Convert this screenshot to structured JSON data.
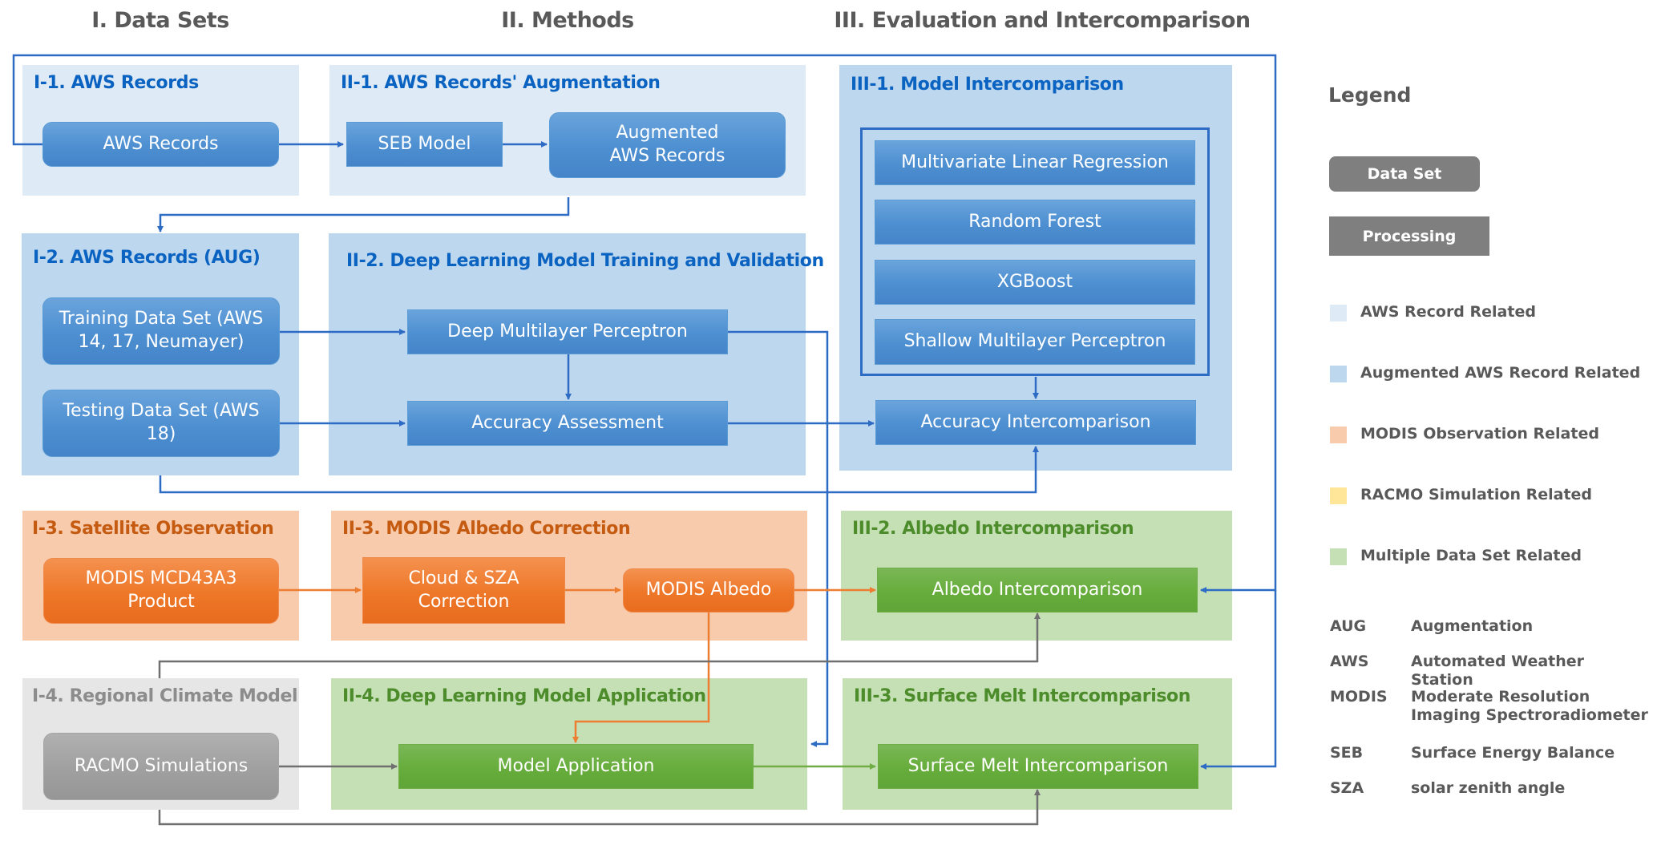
{
  "columns": {
    "data_sets": "I. Data Sets",
    "methods": "II. Methods",
    "evaluation": "III. Evaluation and Intercomparison"
  },
  "panels": {
    "i1": {
      "title": "I-1. AWS Records",
      "boxes": {
        "aws_records": "AWS Records"
      }
    },
    "ii1": {
      "title": "II-1. AWS Records' Augmentation",
      "boxes": {
        "seb_model": "SEB Model",
        "augmented_aws": "Augmented AWS Records"
      }
    },
    "iii1": {
      "title": "III-1. Model Intercomparison",
      "models": [
        "Multivariate Linear Regression",
        "Random Forest",
        "XGBoost",
        "Shallow Multilayer Perceptron"
      ],
      "boxes": {
        "accuracy_intercomparison": "Accuracy Intercomparison"
      }
    },
    "i2": {
      "title": "I-2. AWS Records (AUG)",
      "boxes": {
        "training": "Training Data Set (AWS 14, 17, Neumayer)",
        "testing": "Testing Data Set (AWS 18)"
      }
    },
    "ii2": {
      "title": "II-2. Deep Learning Model Training and Validation",
      "boxes": {
        "dmlp": "Deep Multilayer Perceptron",
        "accuracy_assessment": "Accuracy Assessment"
      }
    },
    "i3": {
      "title": "I-3. Satellite Observation",
      "boxes": {
        "mcd43a3": "MODIS MCD43A3 Product"
      }
    },
    "ii3": {
      "title": "II-3. MODIS Albedo Correction",
      "boxes": {
        "cloud_sza": "Cloud & SZA Correction",
        "modis_albedo": "MODIS Albedo"
      }
    },
    "iii2": {
      "title": "III-2. Albedo Intercomparison",
      "boxes": {
        "albedo_intercomparison": "Albedo Intercomparison"
      }
    },
    "i4": {
      "title": "I-4. Regional Climate Model",
      "boxes": {
        "racmo": "RACMO Simulations"
      }
    },
    "ii4": {
      "title": "II-4. Deep Learning Model Application",
      "boxes": {
        "model_application": "Model Application"
      }
    },
    "iii3": {
      "title": "III-3. Surface Melt Intercomparison",
      "boxes": {
        "surface_melt_intercomparison": "Surface Melt Intercomparison"
      }
    }
  },
  "legend": {
    "title": "Legend",
    "shapes": {
      "data_set": "Data Set",
      "processing": "Processing"
    },
    "categories": [
      {
        "label": "AWS Record Related",
        "color": "#deeaf6"
      },
      {
        "label": "Augmented AWS Record Related",
        "color": "#bdd7ee"
      },
      {
        "label": "MODIS Observation Related",
        "color": "#f8cbad"
      },
      {
        "label": "RACMO Simulation Related",
        "color": "#ffe699"
      },
      {
        "label": "Multiple Data Set Related",
        "color": "#c5e0b4"
      }
    ],
    "abbreviations": [
      {
        "abbr": "AUG",
        "definition": "Augmentation"
      },
      {
        "abbr": "AWS",
        "definition": "Automated Weather Station"
      },
      {
        "abbr": "MODIS",
        "definition": "Moderate Resolution Imaging Spectroradiometer"
      },
      {
        "abbr": "SEB",
        "definition": "Surface Energy Balance"
      },
      {
        "abbr": "SZA",
        "definition": "solar zenith angle"
      }
    ]
  },
  "colors": {
    "blue_flow": "#2e6bc4",
    "orange_flow": "#ed7d31",
    "gray_flow": "#707070",
    "green_flow": "#70ad47"
  }
}
